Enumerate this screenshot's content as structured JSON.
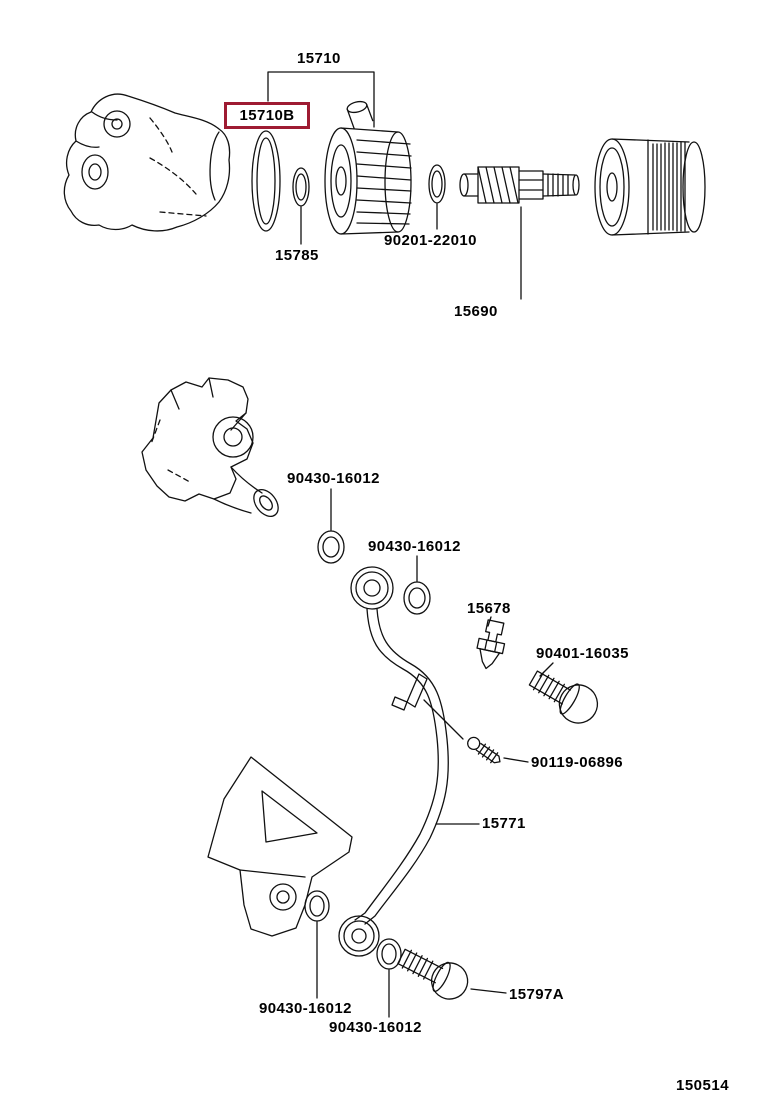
{
  "figure": {
    "number": "150514"
  },
  "colors": {
    "highlight_border": "#9e1b32",
    "diagram_line": "#111111",
    "label_text": "#000000",
    "background": "#ffffff"
  },
  "parts": {
    "p15710": {
      "label": "15710"
    },
    "p15710b": {
      "label": "15710B",
      "highlighted": true
    },
    "p15785": {
      "label": "15785"
    },
    "p90201_22010": {
      "label": "90201-22010"
    },
    "p15690": {
      "label": "15690"
    },
    "p90430_16012_1": {
      "label": "90430-16012"
    },
    "p90430_16012_2": {
      "label": "90430-16012"
    },
    "p15678": {
      "label": "15678"
    },
    "p90401_16035": {
      "label": "90401-16035"
    },
    "p90119_06896": {
      "label": "90119-06896"
    },
    "p15771": {
      "label": "15771"
    },
    "p15797a": {
      "label": "15797A"
    },
    "p90430_16012_3": {
      "label": "90430-16012"
    },
    "p90430_16012_4": {
      "label": "90430-16012"
    }
  }
}
